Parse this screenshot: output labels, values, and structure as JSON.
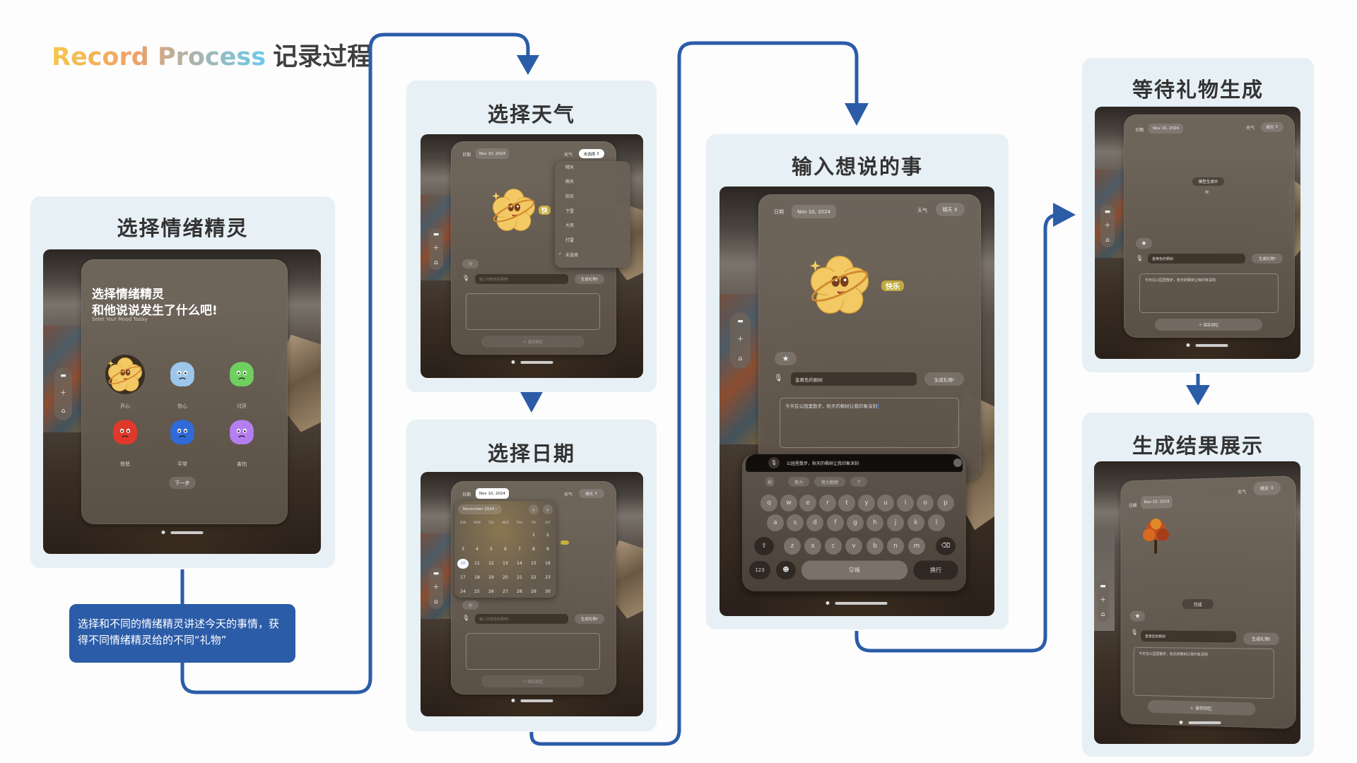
{
  "header": {
    "title_en": "Record Process",
    "title_cn": "记录过程"
  },
  "caption": "选择和不同的情绪精灵讲述今天的事情，获得不同情绪精灵给的不同“礼物”",
  "colors": {
    "accent": "#2b5ca8",
    "card_bg": "#e7f0f4"
  },
  "steps": [
    {
      "title": "选择情绪精灵"
    },
    {
      "title": "选择天气"
    },
    {
      "title": "选择日期"
    },
    {
      "title": "输入想说的事"
    },
    {
      "title": "等待礼物生成"
    },
    {
      "title": "生成结果展示"
    }
  ],
  "common": {
    "date_label": "日期",
    "date_value": "Nov 10, 2024",
    "weather_label": "天气",
    "weather_sunny": "晴天",
    "placeholder": "输入你想说的事吧!",
    "generate": "生成礼物!",
    "save": "保存回忆",
    "input_value": "金黄色的枫树",
    "diary_text": "今天在公园里散步，秋天的枫树让我印象深刻"
  },
  "mood_screen": {
    "heading_1": "选择情绪精灵",
    "heading_2": "和他说说发生了什么吧!",
    "subtitle": "Selet Your Mood Today",
    "next": "下一步",
    "emotions": [
      {
        "label": "开心",
        "color": "#f2c75c",
        "selected": true
      },
      {
        "label": "伤心",
        "color": "#9cc7ea"
      },
      {
        "label": "讨厌",
        "color": "#6fcf5f"
      },
      {
        "label": "愤怒",
        "color": "#e0392c"
      },
      {
        "label": "平常",
        "color": "#2f6ad8"
      },
      {
        "label": "害怕",
        "color": "#b57ef0"
      }
    ]
  },
  "weather_screen": {
    "selected": "未选择",
    "options": [
      "晴天",
      "雨天",
      "阴天",
      "下雪",
      "大风",
      "打雷",
      "未选择"
    ],
    "checked_index": 6,
    "mood_tag": "快"
  },
  "date_screen": {
    "month": "November 2024",
    "weekdays": [
      "SUN",
      "MON",
      "TUE",
      "WED",
      "THU",
      "FRI",
      "SAT"
    ],
    "first_weekday": 5,
    "day_count": 30,
    "selected_day": 10
  },
  "input_screen": {
    "mood_tag": "快乐",
    "dictation": "公园里散步，秋天的枫树让我印象深刻",
    "suggestions": [
      "的",
      "努力",
      "努力歌颜",
      "了"
    ],
    "keys": [
      [
        "q",
        "w",
        "e",
        "r",
        "t",
        "y",
        "u",
        "i",
        "o",
        "p"
      ],
      [
        "a",
        "s",
        "d",
        "f",
        "g",
        "h",
        "j",
        "k",
        "l"
      ],
      [
        "z",
        "x",
        "c",
        "v",
        "b",
        "n",
        "m"
      ]
    ],
    "numbers": "123",
    "space": "空格",
    "return": "换行"
  },
  "waiting_screen": {
    "status": "模型生成中"
  },
  "result_screen": {
    "status": "完成"
  }
}
